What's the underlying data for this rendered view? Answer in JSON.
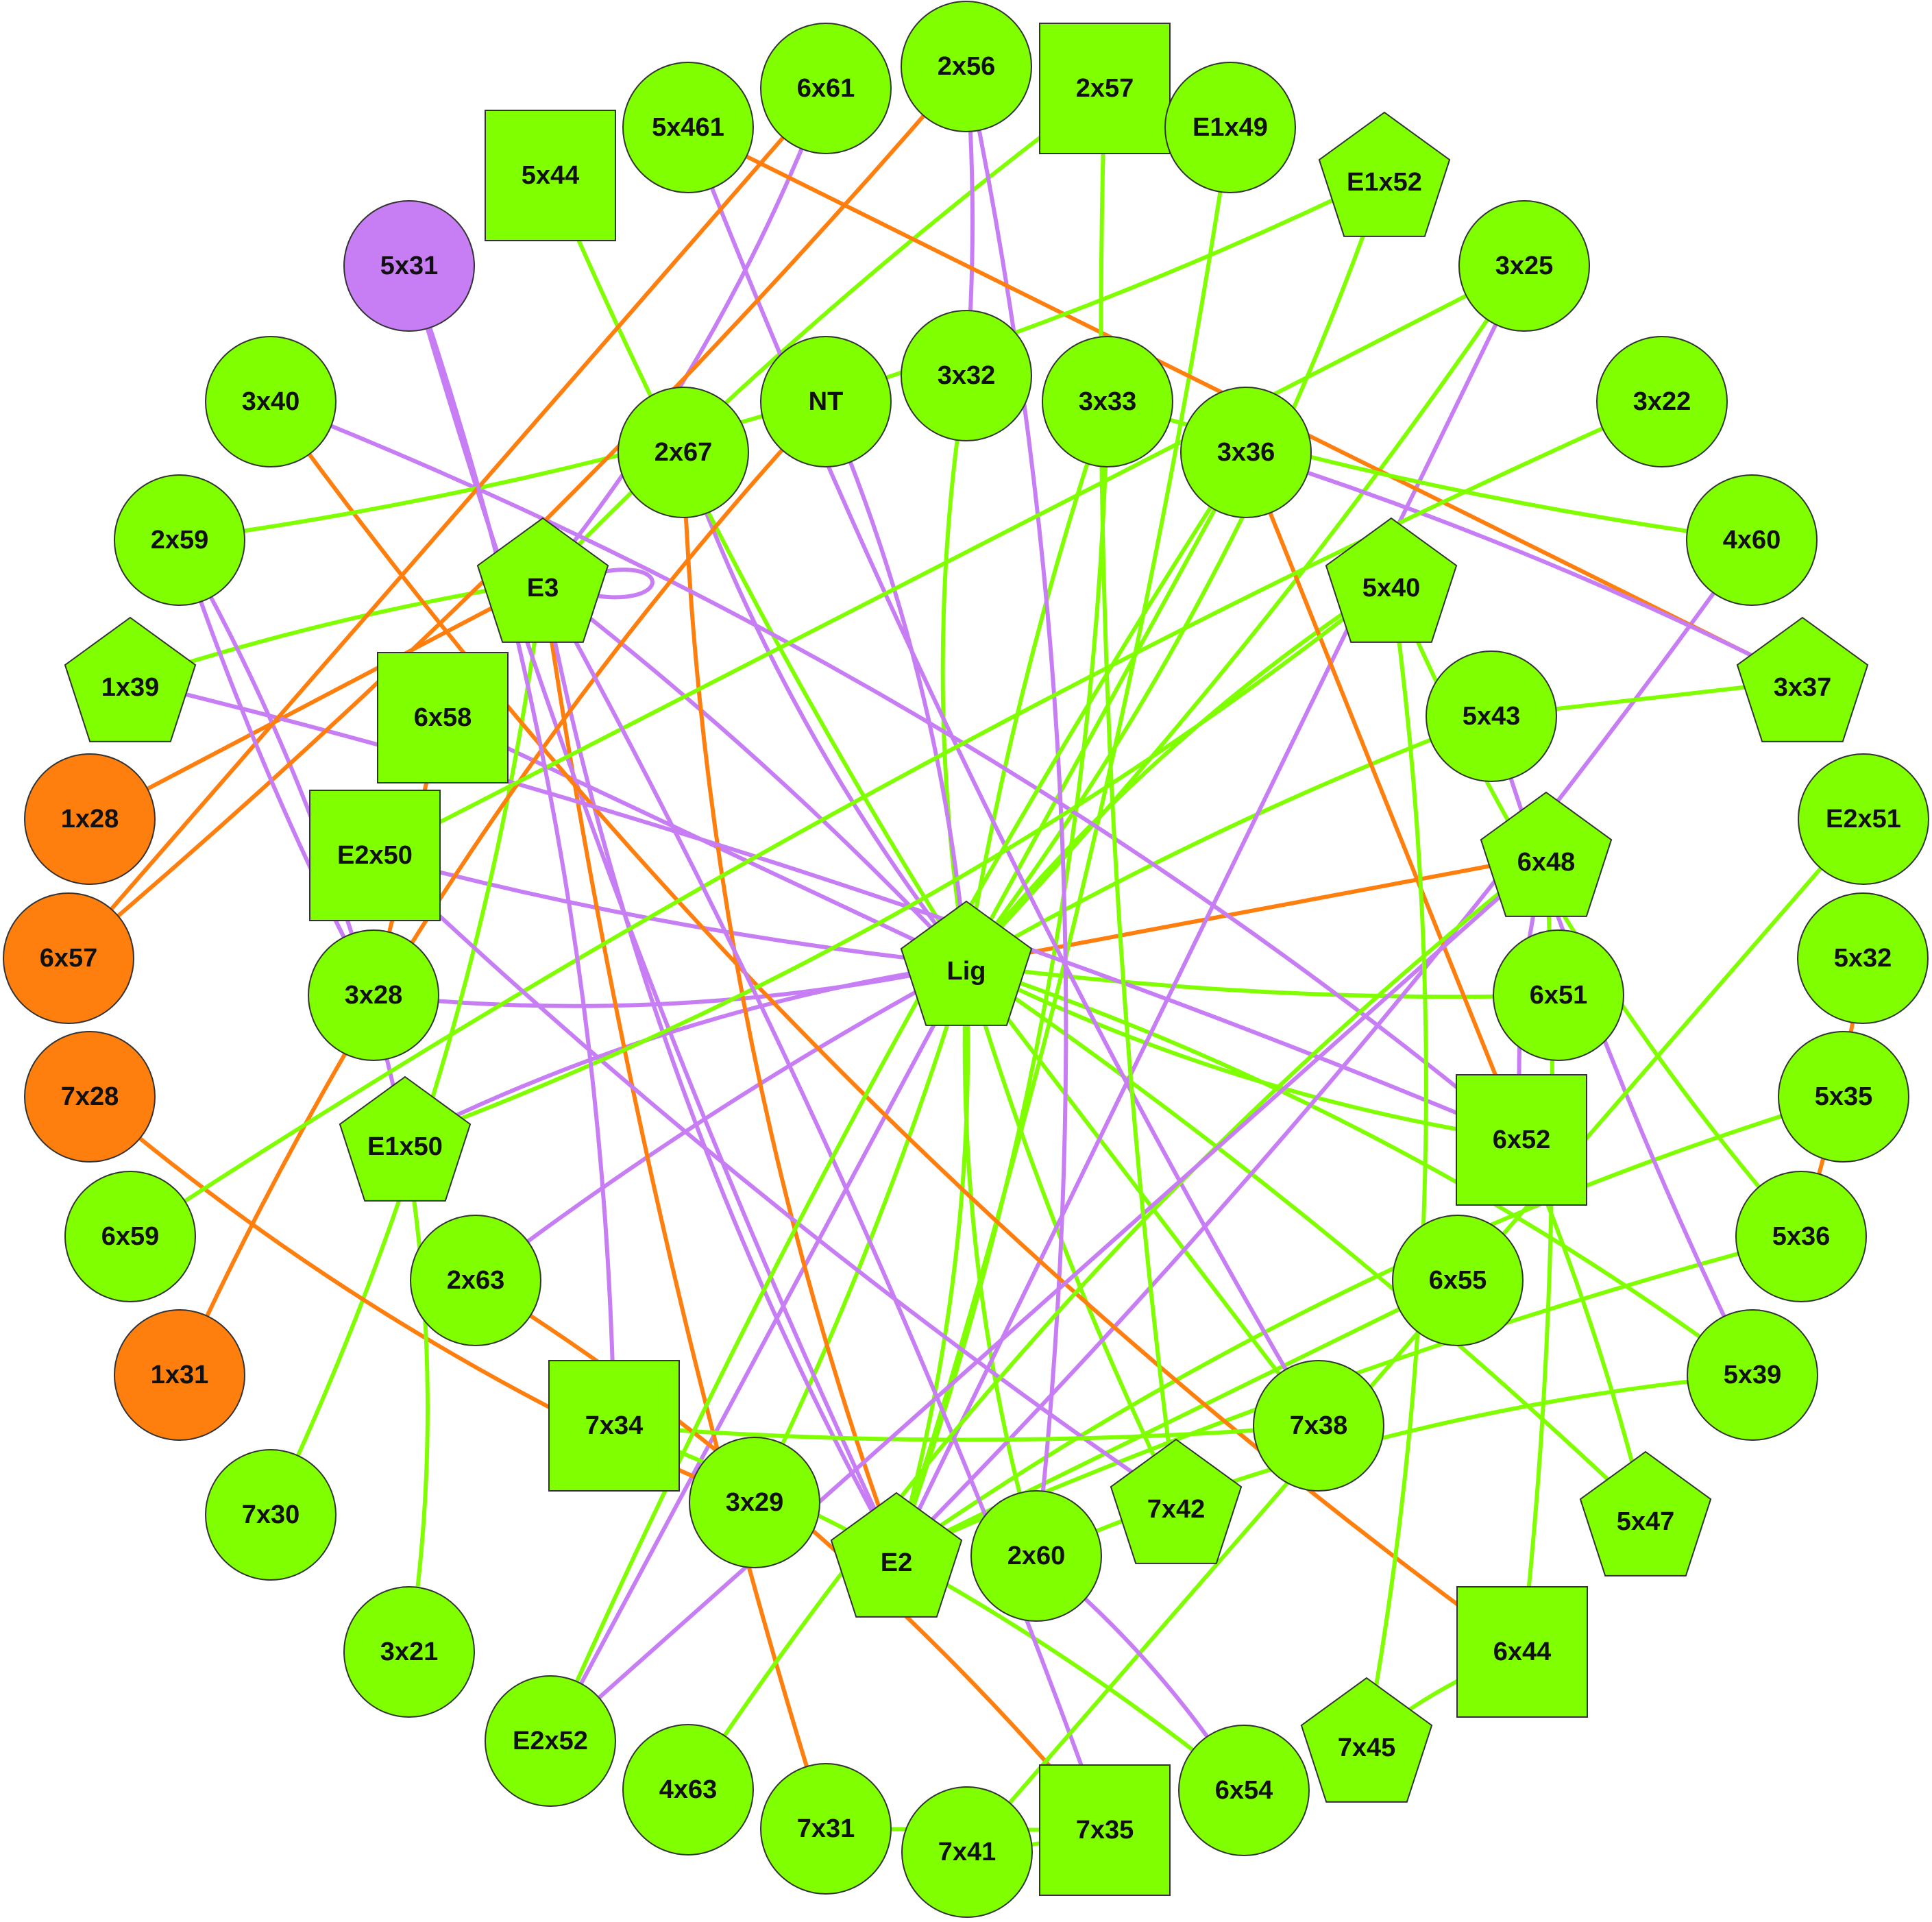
{
  "colors": {
    "green": "#7FFF00",
    "orange": "#FF7F0E",
    "purple": "#C77DF3",
    "edge_green": "#7FFF00",
    "edge_orange": "#FF7F0E",
    "edge_purple": "#C77DF3"
  },
  "nodes": [
    {
      "id": "2x56",
      "label": "2x56",
      "shape": "circle",
      "color": "green"
    },
    {
      "id": "2x57",
      "label": "2x57",
      "shape": "square",
      "color": "green"
    },
    {
      "id": "E1x49",
      "label": "E1x49",
      "shape": "circle",
      "color": "green"
    },
    {
      "id": "E1x52",
      "label": "E1x52",
      "shape": "pentagon",
      "color": "green"
    },
    {
      "id": "3x25",
      "label": "3x25",
      "shape": "circle",
      "color": "green"
    },
    {
      "id": "3x22",
      "label": "3x22",
      "shape": "circle",
      "color": "green"
    },
    {
      "id": "4x60",
      "label": "4x60",
      "shape": "circle",
      "color": "green"
    },
    {
      "id": "3x37",
      "label": "3x37",
      "shape": "pentagon",
      "color": "green"
    },
    {
      "id": "E2x51",
      "label": "E2x51",
      "shape": "circle",
      "color": "green"
    },
    {
      "id": "5x32",
      "label": "5x32",
      "shape": "circle",
      "color": "green"
    },
    {
      "id": "5x35",
      "label": "5x35",
      "shape": "circle",
      "color": "green"
    },
    {
      "id": "5x36",
      "label": "5x36",
      "shape": "circle",
      "color": "green"
    },
    {
      "id": "5x39",
      "label": "5x39",
      "shape": "circle",
      "color": "green"
    },
    {
      "id": "5x47",
      "label": "5x47",
      "shape": "pentagon",
      "color": "green"
    },
    {
      "id": "6x44",
      "label": "6x44",
      "shape": "square",
      "color": "green"
    },
    {
      "id": "7x45",
      "label": "7x45",
      "shape": "pentagon",
      "color": "green"
    },
    {
      "id": "6x54",
      "label": "6x54",
      "shape": "circle",
      "color": "green"
    },
    {
      "id": "7x35",
      "label": "7x35",
      "shape": "square",
      "color": "green"
    },
    {
      "id": "7x41",
      "label": "7x41",
      "shape": "circle",
      "color": "green"
    },
    {
      "id": "7x31",
      "label": "7x31",
      "shape": "circle",
      "color": "green"
    },
    {
      "id": "4x63",
      "label": "4x63",
      "shape": "circle",
      "color": "green"
    },
    {
      "id": "E2x52",
      "label": "E2x52",
      "shape": "circle",
      "color": "green"
    },
    {
      "id": "3x21",
      "label": "3x21",
      "shape": "circle",
      "color": "green"
    },
    {
      "id": "7x30",
      "label": "7x30",
      "shape": "circle",
      "color": "green"
    },
    {
      "id": "1x31",
      "label": "1x31",
      "shape": "circle",
      "color": "orange"
    },
    {
      "id": "6x59",
      "label": "6x59",
      "shape": "circle",
      "color": "green"
    },
    {
      "id": "7x28",
      "label": "7x28",
      "shape": "circle",
      "color": "orange"
    },
    {
      "id": "6x57",
      "label": "6x57",
      "shape": "circle",
      "color": "orange"
    },
    {
      "id": "1x28",
      "label": "1x28",
      "shape": "circle",
      "color": "orange"
    },
    {
      "id": "1x39",
      "label": "1x39",
      "shape": "pentagon",
      "color": "green"
    },
    {
      "id": "2x59",
      "label": "2x59",
      "shape": "circle",
      "color": "green"
    },
    {
      "id": "3x40",
      "label": "3x40",
      "shape": "circle",
      "color": "green"
    },
    {
      "id": "5x31",
      "label": "5x31",
      "shape": "circle",
      "color": "purple"
    },
    {
      "id": "5x44",
      "label": "5x44",
      "shape": "square",
      "color": "green"
    },
    {
      "id": "5x461",
      "label": "5x461",
      "shape": "circle",
      "color": "green"
    },
    {
      "id": "6x61",
      "label": "6x61",
      "shape": "circle",
      "color": "green"
    },
    {
      "id": "NT",
      "label": "NT",
      "shape": "circle",
      "color": "green"
    },
    {
      "id": "3x32",
      "label": "3x32",
      "shape": "circle",
      "color": "green"
    },
    {
      "id": "3x33",
      "label": "3x33",
      "shape": "circle",
      "color": "green"
    },
    {
      "id": "3x36",
      "label": "3x36",
      "shape": "circle",
      "color": "green"
    },
    {
      "id": "2x67",
      "label": "2x67",
      "shape": "circle",
      "color": "green"
    },
    {
      "id": "E3",
      "label": "E3",
      "shape": "pentagon",
      "color": "green"
    },
    {
      "id": "5x40",
      "label": "5x40",
      "shape": "pentagon",
      "color": "green"
    },
    {
      "id": "5x43",
      "label": "5x43",
      "shape": "circle",
      "color": "green"
    },
    {
      "id": "6x58",
      "label": "6x58",
      "shape": "square",
      "color": "green"
    },
    {
      "id": "6x48",
      "label": "6x48",
      "shape": "pentagon",
      "color": "green"
    },
    {
      "id": "E2x50",
      "label": "E2x50",
      "shape": "square",
      "color": "green"
    },
    {
      "id": "Lig",
      "label": "Lig",
      "shape": "pentagon",
      "color": "green"
    },
    {
      "id": "6x51",
      "label": "6x51",
      "shape": "circle",
      "color": "green"
    },
    {
      "id": "3x28",
      "label": "3x28",
      "shape": "circle",
      "color": "green"
    },
    {
      "id": "6x52",
      "label": "6x52",
      "shape": "square",
      "color": "green"
    },
    {
      "id": "E1x50",
      "label": "E1x50",
      "shape": "pentagon",
      "color": "green"
    },
    {
      "id": "6x55",
      "label": "6x55",
      "shape": "circle",
      "color": "green"
    },
    {
      "id": "2x63",
      "label": "2x63",
      "shape": "circle",
      "color": "green"
    },
    {
      "id": "7x34",
      "label": "7x34",
      "shape": "square",
      "color": "green"
    },
    {
      "id": "7x38",
      "label": "7x38",
      "shape": "circle",
      "color": "green"
    },
    {
      "id": "3x29",
      "label": "3x29",
      "shape": "circle",
      "color": "green"
    },
    {
      "id": "E2",
      "label": "E2",
      "shape": "pentagon",
      "color": "green"
    },
    {
      "id": "2x60",
      "label": "2x60",
      "shape": "circle",
      "color": "green"
    },
    {
      "id": "7x42",
      "label": "7x42",
      "shape": "pentagon",
      "color": "green"
    }
  ],
  "edges": [
    {
      "source": "Lig",
      "target": "3x32",
      "color": "green"
    },
    {
      "source": "Lig",
      "target": "3x33",
      "color": "green"
    },
    {
      "source": "Lig",
      "target": "3x36",
      "color": "green"
    },
    {
      "source": "Lig",
      "target": "3x25",
      "color": "green"
    },
    {
      "source": "Lig",
      "target": "E1x52",
      "color": "green"
    },
    {
      "source": "Lig",
      "target": "5x40",
      "color": "green"
    },
    {
      "source": "Lig",
      "target": "5x43",
      "color": "green"
    },
    {
      "source": "Lig",
      "target": "6x48",
      "color": "orange"
    },
    {
      "source": "Lig",
      "target": "6x51",
      "color": "green"
    },
    {
      "source": "Lig",
      "target": "6x52",
      "color": "green"
    },
    {
      "source": "Lig",
      "target": "5x39",
      "color": "green"
    },
    {
      "source": "Lig",
      "target": "5x47",
      "color": "green"
    },
    {
      "source": "Lig",
      "target": "7x38",
      "color": "green"
    },
    {
      "source": "Lig",
      "target": "7x42",
      "color": "green"
    },
    {
      "source": "Lig",
      "target": "2x60",
      "color": "green"
    },
    {
      "source": "Lig",
      "target": "E2",
      "color": "green"
    },
    {
      "source": "Lig",
      "target": "3x29",
      "color": "green"
    },
    {
      "source": "Lig",
      "target": "E2x52",
      "color": "purple"
    },
    {
      "source": "Lig",
      "target": "2x63",
      "color": "purple"
    },
    {
      "source": "Lig",
      "target": "E1x50",
      "color": "purple"
    },
    {
      "source": "Lig",
      "target": "3x28",
      "color": "purple"
    },
    {
      "source": "Lig",
      "target": "E2x50",
      "color": "purple"
    },
    {
      "source": "Lig",
      "target": "6x58",
      "color": "purple"
    },
    {
      "source": "Lig",
      "target": "E3",
      "color": "purple"
    },
    {
      "source": "Lig",
      "target": "NT",
      "color": "purple"
    },
    {
      "source": "Lig",
      "target": "2x67",
      "color": "purple"
    },
    {
      "source": "Lig",
      "target": "5x44",
      "color": "green"
    },
    {
      "source": "E3",
      "target": "E3",
      "color": "purple"
    },
    {
      "source": "E3",
      "target": "7x31",
      "color": "orange"
    },
    {
      "source": "E3",
      "target": "E2",
      "color": "purple"
    },
    {
      "source": "E3",
      "target": "7x30",
      "color": "green"
    },
    {
      "source": "E3",
      "target": "2x57",
      "color": "green"
    },
    {
      "source": "E3",
      "target": "1x28",
      "color": "orange"
    },
    {
      "source": "E3",
      "target": "1x39",
      "color": "green"
    },
    {
      "source": "E3",
      "target": "6x61",
      "color": "purple"
    },
    {
      "source": "E2",
      "target": "2x67",
      "color": "orange"
    },
    {
      "source": "E2",
      "target": "5x31",
      "color": "purple"
    },
    {
      "source": "E2",
      "target": "3x25",
      "color": "purple"
    },
    {
      "source": "E2",
      "target": "4x60",
      "color": "purple"
    },
    {
      "source": "E2",
      "target": "3x33",
      "color": "green"
    },
    {
      "source": "E2",
      "target": "5x35",
      "color": "green"
    },
    {
      "source": "E2",
      "target": "5x36",
      "color": "green"
    },
    {
      "source": "E2",
      "target": "6x55",
      "color": "green"
    },
    {
      "source": "E2",
      "target": "E1x49",
      "color": "green"
    },
    {
      "source": "2x60",
      "target": "2x56",
      "color": "purple"
    },
    {
      "source": "2x60",
      "target": "5x39",
      "color": "green"
    },
    {
      "source": "2x56",
      "target": "3x32",
      "color": "purple"
    },
    {
      "source": "5x461",
      "target": "3x37",
      "color": "orange"
    },
    {
      "source": "5x461",
      "target": "7x38",
      "color": "purple"
    },
    {
      "source": "3x40",
      "target": "6x44",
      "color": "orange"
    },
    {
      "source": "3x40",
      "target": "6x52",
      "color": "purple"
    },
    {
      "source": "3x36",
      "target": "3x37",
      "color": "purple"
    },
    {
      "source": "3x36",
      "target": "6x52",
      "color": "orange"
    },
    {
      "source": "3x33",
      "target": "4x60",
      "color": "green"
    },
    {
      "source": "2x59",
      "target": "E1x52",
      "color": "green"
    },
    {
      "source": "2x59",
      "target": "E1x50",
      "color": "purple"
    },
    {
      "source": "1x39",
      "target": "6x52",
      "color": "purple"
    },
    {
      "source": "6x57",
      "target": "6x61",
      "color": "orange"
    },
    {
      "source": "6x57",
      "target": "2x56",
      "color": "orange"
    },
    {
      "source": "7x28",
      "target": "3x29",
      "color": "orange"
    },
    {
      "source": "1x31",
      "target": "NT",
      "color": "orange"
    },
    {
      "source": "6x59",
      "target": "3x22",
      "color": "green"
    },
    {
      "source": "E2x50",
      "target": "3x25",
      "color": "green"
    },
    {
      "source": "E2x50",
      "target": "7x42",
      "color": "purple"
    },
    {
      "source": "E1x50",
      "target": "5x40",
      "color": "green"
    },
    {
      "source": "E1x50",
      "target": "3x21",
      "color": "green"
    },
    {
      "source": "3x28",
      "target": "2x59",
      "color": "purple"
    },
    {
      "source": "3x28",
      "target": "6x58",
      "color": "orange"
    },
    {
      "source": "7x34",
      "target": "7x38",
      "color": "green"
    },
    {
      "source": "7x34",
      "target": "5x31",
      "color": "purple"
    },
    {
      "source": "7x34",
      "target": "6x54",
      "color": "green"
    },
    {
      "source": "7x35",
      "target": "7x41",
      "color": "green"
    },
    {
      "source": "7x35",
      "target": "7x31",
      "color": "green"
    },
    {
      "source": "7x35",
      "target": "E3",
      "color": "purple"
    },
    {
      "source": "7x35",
      "target": "2x63",
      "color": "orange"
    },
    {
      "source": "4x63",
      "target": "6x48",
      "color": "green"
    },
    {
      "source": "E2x52",
      "target": "3x36",
      "color": "green"
    },
    {
      "source": "E2x52",
      "target": "6x48",
      "color": "purple"
    },
    {
      "source": "6x44",
      "target": "6x48",
      "color": "green"
    },
    {
      "source": "6x44",
      "target": "7x45",
      "color": "green"
    },
    {
      "source": "6x52",
      "target": "6x48",
      "color": "purple"
    },
    {
      "source": "6x52",
      "target": "5x47",
      "color": "green"
    },
    {
      "source": "5x43",
      "target": "3x37",
      "color": "green"
    },
    {
      "source": "5x43",
      "target": "5x39",
      "color": "purple"
    },
    {
      "source": "5x40",
      "target": "5x36",
      "color": "green"
    },
    {
      "source": "5x40",
      "target": "7x45",
      "color": "green"
    },
    {
      "source": "5x32",
      "target": "5x36",
      "color": "orange"
    },
    {
      "source": "E2x51",
      "target": "7x41",
      "color": "green"
    },
    {
      "source": "2x57",
      "target": "7x42",
      "color": "green"
    },
    {
      "source": "6x54",
      "target": "2x60",
      "color": "purple"
    }
  ]
}
